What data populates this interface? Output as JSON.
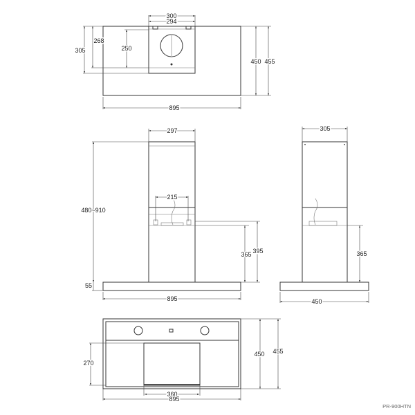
{
  "model": "PR-900HTN",
  "top_view": {
    "w_chimney_outer": "300",
    "w_chimney_inner": "294",
    "d_305": "305",
    "d_268": "268",
    "d_250": "250",
    "d_450": "450",
    "d_455": "455",
    "width": "895"
  },
  "front_view": {
    "chimney_width": "297",
    "height_range": "480~910",
    "bracket_spacing": "215",
    "h_365": "365",
    "h_395": "395",
    "canopy": "55",
    "width": "895"
  },
  "side_view": {
    "chimney_depth": "305",
    "h_365": "365",
    "depth": "450"
  },
  "bottom_view": {
    "filter_depth": "270",
    "filter_width": "360",
    "width": "895",
    "d_450": "450",
    "d_455": "455"
  }
}
